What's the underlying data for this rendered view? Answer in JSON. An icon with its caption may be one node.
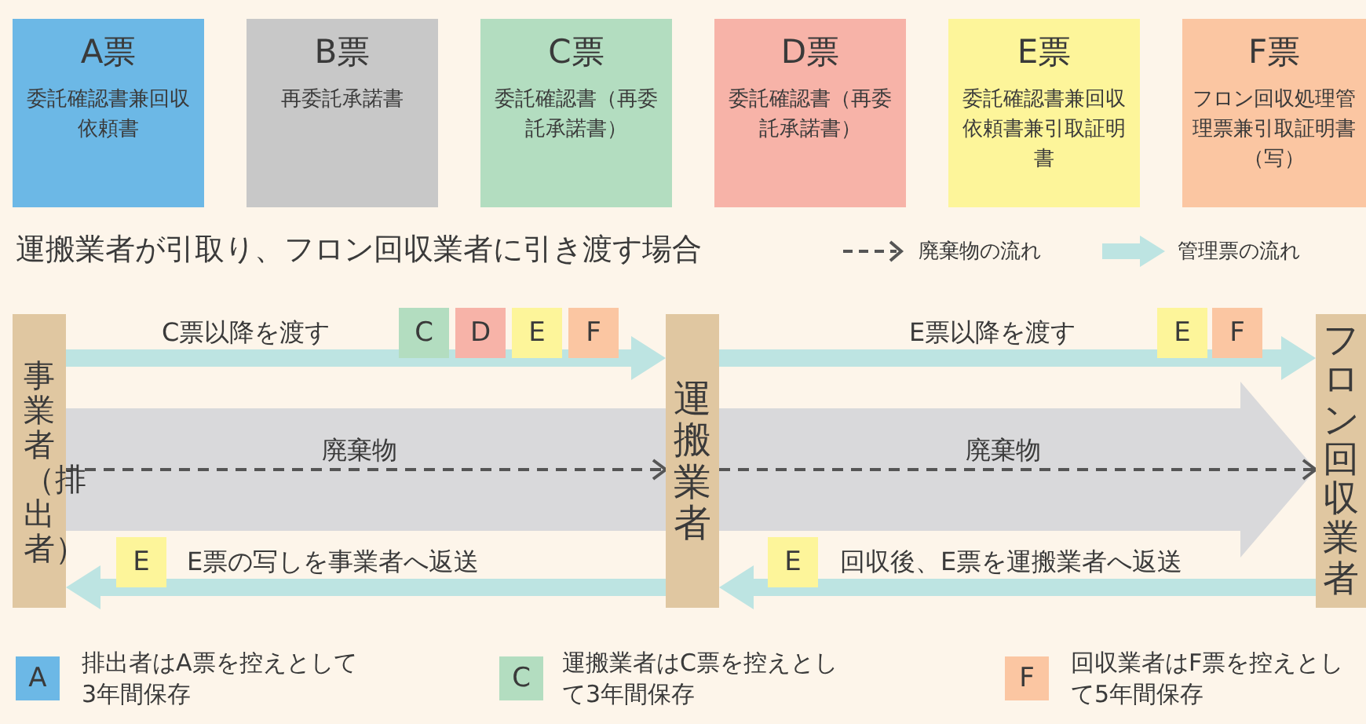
{
  "diagram": {
    "title": "運搬業者が引取り、フロン回収業者に引き渡す場合",
    "nodes": [
      {
        "text": [
          "A票",
          "委託確認書兼回収依頼書"
        ]
      },
      {
        "text": [
          "B票",
          "再委託承諾書"
        ]
      },
      {
        "text": [
          "C票",
          "委託確認書（再委託承諾書）"
        ]
      },
      {
        "text": [
          "D票",
          "委託確認書（再委託承諾書）"
        ]
      },
      {
        "text": [
          "E票",
          "委託確認書兼回収依頼書兼引取証明書"
        ]
      },
      {
        "text": [
          "F票",
          "フロン回収処理管理票兼引取証明書（写）"
        ]
      },
      {
        "text": [
          "事業者（排出者）"
        ]
      },
      {
        "text": [
          "運搬業者"
        ]
      },
      {
        "text": [
          "フロン回収業者"
        ]
      },
      {
        "text": [
          "C"
        ]
      },
      {
        "text": [
          "D"
        ]
      },
      {
        "text": [
          "E"
        ]
      },
      {
        "text": [
          "F"
        ]
      },
      {
        "text": [
          "E"
        ]
      },
      {
        "text": [
          "F"
        ]
      },
      {
        "text": [
          "E"
        ]
      },
      {
        "text": [
          "E"
        ]
      },
      {
        "text": [
          "A"
        ],
        "beside": [
          "排出者はA票を控えとして3年間保存"
        ]
      },
      {
        "text": [
          "C"
        ],
        "beside": [
          "運搬業者はC票を控えとして3年間保存"
        ]
      },
      {
        "text": [
          "F"
        ],
        "beside": [
          "回収業者はF票を控えとして5年間保存"
        ]
      }
    ],
    "edges": [
      {
        "from": 6,
        "to": 7,
        "arrow": "to",
        "label": "C票以降を渡す",
        "style": "thick"
      },
      {
        "from": 6,
        "to": 7,
        "arrow": "to",
        "label": "廃棄物",
        "style": "dashed",
        "color": "#555555"
      },
      {
        "from": 7,
        "to": 6,
        "arrow": "to",
        "label": "E票の写しを事業者へ返送",
        "style": "thick"
      },
      {
        "from": 7,
        "to": 8,
        "arrow": "to",
        "label": "E票以降を渡す",
        "style": "thick"
      },
      {
        "from": 7,
        "to": 8,
        "arrow": "to",
        "label": "廃棄物",
        "style": "dashed",
        "color": "#555555"
      },
      {
        "from": 8,
        "to": 7,
        "arrow": "to",
        "label": "回収後、E票を運搬業者へ返送",
        "style": "thick"
      }
    ],
    "legend": [
      {
        "text": "廃棄物の流れ"
      },
      {
        "text": "管理票の流れ"
      }
    ]
  }
}
